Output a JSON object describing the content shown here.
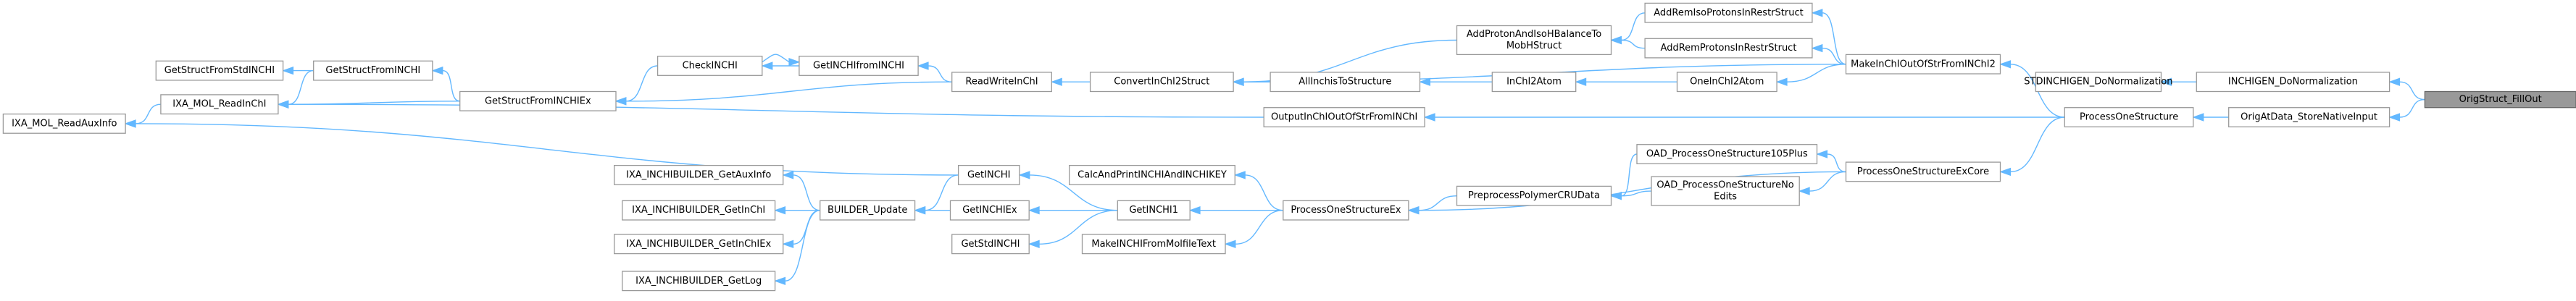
{
  "graph": {
    "type": "call-graph",
    "direction": "right-to-left",
    "colors": {
      "edge": "#63b8ff",
      "node_border": "#999999",
      "node_fill": "#ffffff",
      "root_fill": "#999999",
      "text": "#000000"
    },
    "nodes": [
      {
        "id": "n_root",
        "label": "OrigStruct_FillOut",
        "root": true
      },
      {
        "id": "n_inchigen_donorm",
        "label": "INCHIGEN_DoNormalization"
      },
      {
        "id": "n_stdinchigen_donorm",
        "label": "STDINCHIGEN_DoNormalization"
      },
      {
        "id": "n_origatdata",
        "label": "OrigAtData_StoreNativeInput"
      },
      {
        "id": "n_processonestructure",
        "label": "ProcessOneStructure"
      },
      {
        "id": "n_processonestructureexcore",
        "label": "ProcessOneStructureExCore"
      },
      {
        "id": "n_makeinchiout",
        "label": "MakeInChIOutOfStrFromINChI2"
      },
      {
        "id": "n_addremiso",
        "label": "AddRemIsoProtonsInRestrStruct"
      },
      {
        "id": "n_addremprot",
        "label": "AddRemProtonsInRestrStruct"
      },
      {
        "id": "n_addproton",
        "label": [
          "AddProtonAndIsoHBalanceTo",
          "MobHStruct"
        ]
      },
      {
        "id": "n_oneinchi2atom",
        "label": "OneInChI2Atom"
      },
      {
        "id": "n_inchi2atom",
        "label": "InChI2Atom"
      },
      {
        "id": "n_allinchis",
        "label": "AllInchisToStructure"
      },
      {
        "id": "n_convertinchi2struct",
        "label": "ConvertInChI2Struct"
      },
      {
        "id": "n_outputinchiout",
        "label": "OutputInChIOutOfStrFromINChI"
      },
      {
        "id": "n_readwriteinchi",
        "label": "ReadWriteInChI"
      },
      {
        "id": "n_getinchifrominchi",
        "label": "GetINCHIfromINCHI"
      },
      {
        "id": "n_checkinchi",
        "label": "CheckINCHI"
      },
      {
        "id": "n_getstructfrominchiex",
        "label": "GetStructFromINCHIEx"
      },
      {
        "id": "n_getstructfrominchi",
        "label": "GetStructFromINCHI"
      },
      {
        "id": "n_getstructfromstdinchi",
        "label": "GetStructFromStdINCHI"
      },
      {
        "id": "n_ixa_mol_readinchi",
        "label": "IXA_MOL_ReadInChI"
      },
      {
        "id": "n_ixa_mol_readauxinfo",
        "label": "IXA_MOL_ReadAuxInfo"
      },
      {
        "id": "n_oad_105plus",
        "label": "OAD_ProcessOneStructure105Plus"
      },
      {
        "id": "n_oad_noedits",
        "label": [
          "OAD_ProcessOneStructureNo",
          "Edits"
        ]
      },
      {
        "id": "n_preprocesspolymer",
        "label": "PreprocessPolymerCRUData"
      },
      {
        "id": "n_processonestructureex",
        "label": "ProcessOneStructureEx"
      },
      {
        "id": "n_calcandprint",
        "label": "CalcAndPrintINCHIAndINCHIKEY"
      },
      {
        "id": "n_makeinchifrommolfile",
        "label": "MakeINCHIFromMolfileText"
      },
      {
        "id": "n_getinchi1",
        "label": "GetINCHI1"
      },
      {
        "id": "n_getinchi",
        "label": "GetINCHI"
      },
      {
        "id": "n_getinchiex",
        "label": "GetINCHIEx"
      },
      {
        "id": "n_getstdinchi",
        "label": "GetStdINCHI"
      },
      {
        "id": "n_builder_update",
        "label": "BUILDER_Update"
      },
      {
        "id": "n_ixa_getauxinfo",
        "label": "IXA_INCHIBUILDER_GetAuxInfo"
      },
      {
        "id": "n_ixa_getinchi",
        "label": "IXA_INCHIBUILDER_GetInChI"
      },
      {
        "id": "n_ixa_getinchiex",
        "label": "IXA_INCHIBUILDER_GetInChIEx"
      },
      {
        "id": "n_ixa_getlog",
        "label": "IXA_INCHIBUILDER_GetLog"
      }
    ],
    "edges": [
      {
        "from": "n_root",
        "to": "n_inchigen_donorm"
      },
      {
        "from": "n_root",
        "to": "n_origatdata"
      },
      {
        "from": "n_inchigen_donorm",
        "to": "n_stdinchigen_donorm"
      },
      {
        "from": "n_origatdata",
        "to": "n_processonestructure"
      },
      {
        "from": "n_processonestructure",
        "to": "n_makeinchiout"
      },
      {
        "from": "n_processonestructure",
        "to": "n_outputinchiout"
      },
      {
        "from": "n_processonestructure",
        "to": "n_processonestructureexcore"
      },
      {
        "from": "n_makeinchiout",
        "to": "n_addremiso"
      },
      {
        "from": "n_makeinchiout",
        "to": "n_addremprot"
      },
      {
        "from": "n_makeinchiout",
        "to": "n_oneinchi2atom"
      },
      {
        "from": "n_makeinchiout",
        "to": "n_convertinchi2struct"
      },
      {
        "from": "n_addremiso",
        "to": "n_addproton"
      },
      {
        "from": "n_addremprot",
        "to": "n_addproton"
      },
      {
        "from": "n_addproton",
        "to": "n_convertinchi2struct"
      },
      {
        "from": "n_oneinchi2atom",
        "to": "n_inchi2atom"
      },
      {
        "from": "n_inchi2atom",
        "to": "n_allinchis"
      },
      {
        "from": "n_allinchis",
        "to": "n_convertinchi2struct"
      },
      {
        "from": "n_outputinchiout",
        "to": "n_ixa_mol_readinchi"
      },
      {
        "from": "n_convertinchi2struct",
        "to": "n_readwriteinchi"
      },
      {
        "from": "n_readwriteinchi",
        "to": "n_getinchifrominchi"
      },
      {
        "from": "n_readwriteinchi",
        "to": "n_getstructfrominchiex"
      },
      {
        "from": "n_getinchifrominchi",
        "to": "n_checkinchi"
      },
      {
        "from": "n_checkinchi",
        "to": "n_getinchifrominchi"
      },
      {
        "from": "n_checkinchi",
        "to": "n_getstructfrominchiex"
      },
      {
        "from": "n_getstructfrominchiex",
        "to": "n_getstructfrominchi"
      },
      {
        "from": "n_getstructfrominchiex",
        "to": "n_ixa_mol_readinchi"
      },
      {
        "from": "n_getstructfrominchi",
        "to": "n_getstructfromstdinchi"
      },
      {
        "from": "n_getstructfrominchi",
        "to": "n_ixa_mol_readinchi"
      },
      {
        "from": "n_ixa_mol_readinchi",
        "to": "n_ixa_mol_readauxinfo"
      },
      {
        "from": "n_processonestructureexcore",
        "to": "n_oad_105plus"
      },
      {
        "from": "n_processonestructureexcore",
        "to": "n_oad_noedits"
      },
      {
        "from": "n_processonestructureexcore",
        "to": "n_processonestructureex"
      },
      {
        "from": "n_oad_105plus",
        "to": "n_preprocesspolymer"
      },
      {
        "from": "n_oad_noedits",
        "to": "n_preprocesspolymer"
      },
      {
        "from": "n_preprocesspolymer",
        "to": "n_processonestructureex"
      },
      {
        "from": "n_processonestructureex",
        "to": "n_calcandprint"
      },
      {
        "from": "n_processonestructureex",
        "to": "n_makeinchifrommolfile"
      },
      {
        "from": "n_processonestructureex",
        "to": "n_getinchi1"
      },
      {
        "from": "n_getinchi1",
        "to": "n_getinchi"
      },
      {
        "from": "n_getinchi1",
        "to": "n_getinchiex"
      },
      {
        "from": "n_getinchi1",
        "to": "n_getstdinchi"
      },
      {
        "from": "n_getinchi",
        "to": "n_ixa_mol_readauxinfo"
      },
      {
        "from": "n_getinchi",
        "to": "n_builder_update"
      },
      {
        "from": "n_getinchiex",
        "to": "n_builder_update"
      },
      {
        "from": "n_builder_update",
        "to": "n_ixa_getauxinfo"
      },
      {
        "from": "n_builder_update",
        "to": "n_ixa_getinchi"
      },
      {
        "from": "n_builder_update",
        "to": "n_ixa_getinchiex"
      },
      {
        "from": "n_builder_update",
        "to": "n_ixa_getlog"
      }
    ]
  }
}
